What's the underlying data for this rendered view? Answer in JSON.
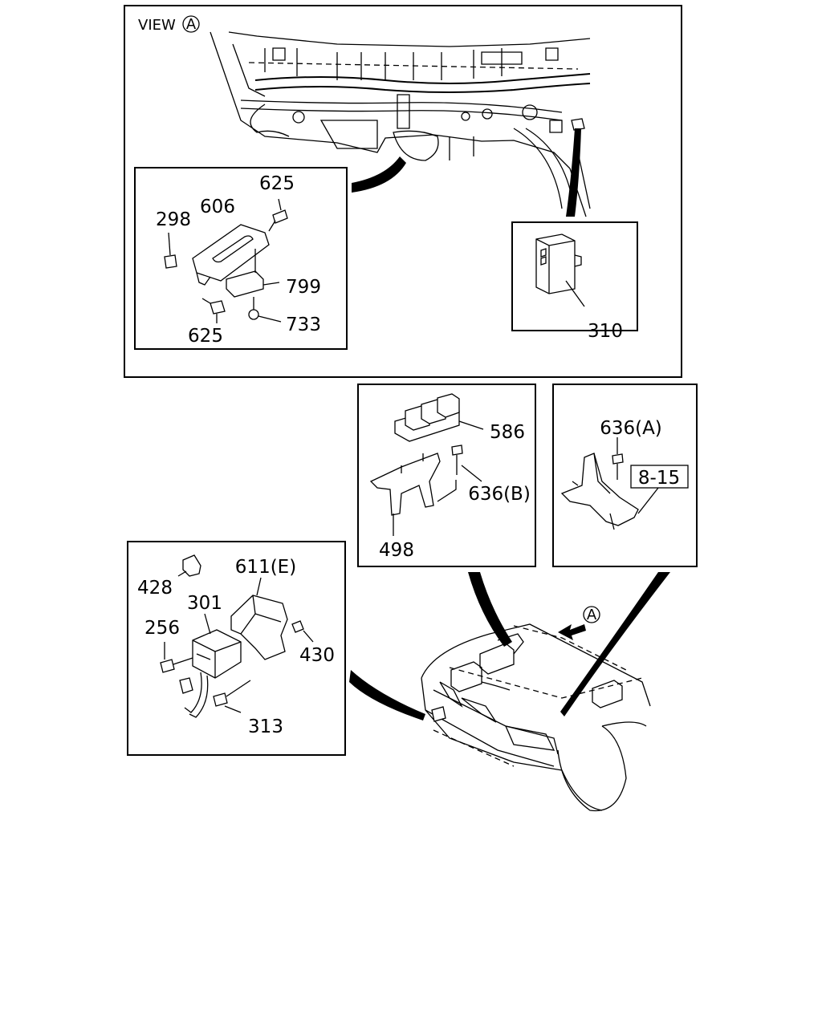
{
  "view_label": "VIEW",
  "view_circle": "A",
  "arrow_circle": "A",
  "callouts": {
    "c625_top": "625",
    "c606": "606",
    "c298": "298",
    "c799": "799",
    "c625_bottom": "625",
    "c733": "733",
    "c310": "310",
    "c586": "586",
    "c636b": "636(B)",
    "c498": "498",
    "c636a": "636(A)",
    "c815": "8-15",
    "c428": "428",
    "c611e": "611(E)",
    "c301": "301",
    "c256": "256",
    "c430": "430",
    "c313": "313"
  }
}
